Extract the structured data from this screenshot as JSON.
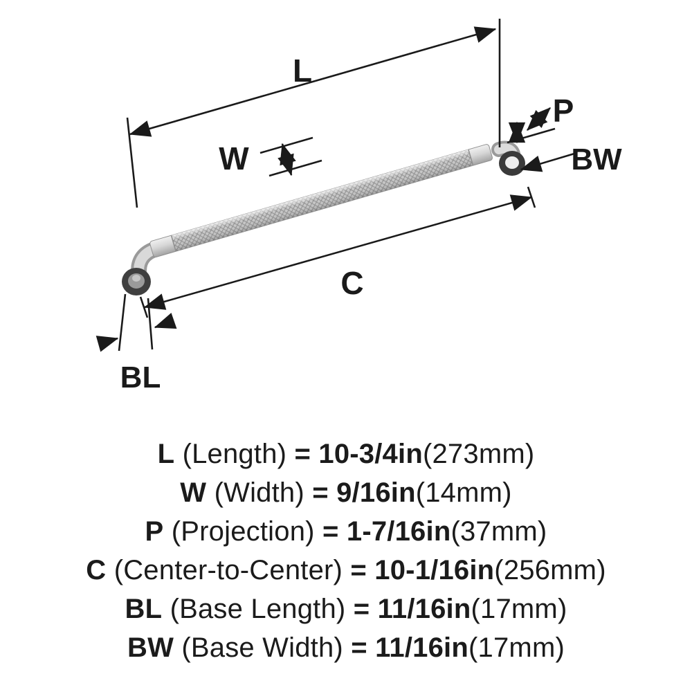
{
  "diagram": {
    "dim_labels": {
      "l": "L",
      "w": "W",
      "p": "P",
      "bw": "BW",
      "c": "C",
      "bl": "BL"
    }
  },
  "specs": [
    {
      "code": "L",
      "label": "(Length)",
      "eq": "=",
      "value": "10-3/4in",
      "metric": "(273mm)"
    },
    {
      "code": "W",
      "label": "(Width)",
      "eq": "=",
      "value": "9/16in",
      "metric": "(14mm)"
    },
    {
      "code": "P",
      "label": "(Projection)",
      "eq": "=",
      "value": "1-7/16in",
      "metric": "(37mm)"
    },
    {
      "code": "C",
      "label": "(Center-to-Center)",
      "eq": "=",
      "value": "10-1/16in",
      "metric": "(256mm)"
    },
    {
      "code": "BL",
      "label": "(Base Length)",
      "eq": "=",
      "value": "11/16in",
      "metric": "(17mm)"
    },
    {
      "code": "BW",
      "label": "(Base Width)",
      "eq": "=",
      "value": "11/16in",
      "metric": "(17mm)"
    }
  ],
  "colors": {
    "ink": "#1a1a1a",
    "chrome_light": "#ececec",
    "chrome_dark": "#a8a8a8",
    "foot_dark": "#3f3f3f"
  }
}
